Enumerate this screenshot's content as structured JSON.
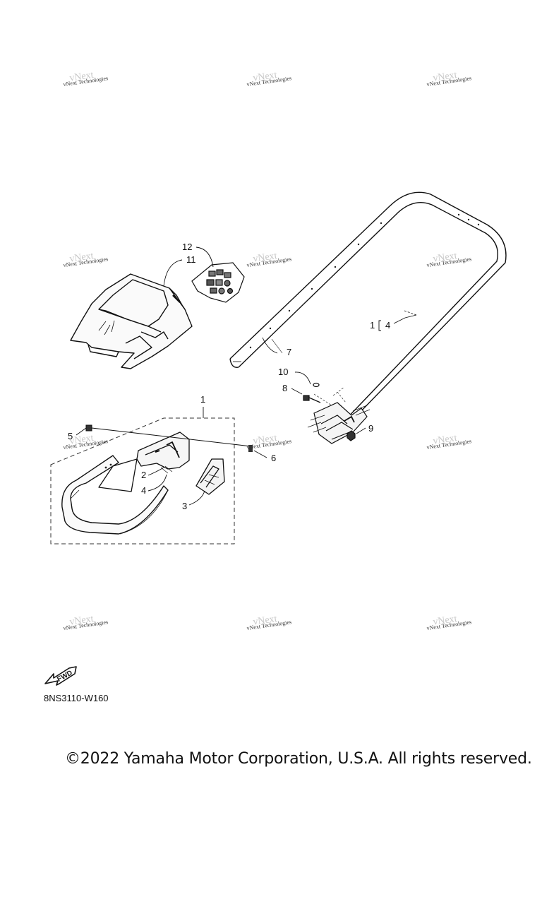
{
  "callouts": {
    "c1": "1",
    "c2": "2",
    "c3": "3",
    "c4": "4",
    "c5": "5",
    "c6": "6",
    "c7": "7",
    "c8": "8",
    "c9": "9",
    "c10": "10",
    "c11": "11",
    "c12": "12",
    "c1_group": "1",
    "c4_group": "4"
  },
  "watermark": {
    "text": "vNext Technologies",
    "ghost": "vNext"
  },
  "fwd_label": "FWD",
  "diagram_code": "8NS3110-W160",
  "copyright": "©2022 Yamaha Motor Corporation, U.S.A. All rights reserved."
}
